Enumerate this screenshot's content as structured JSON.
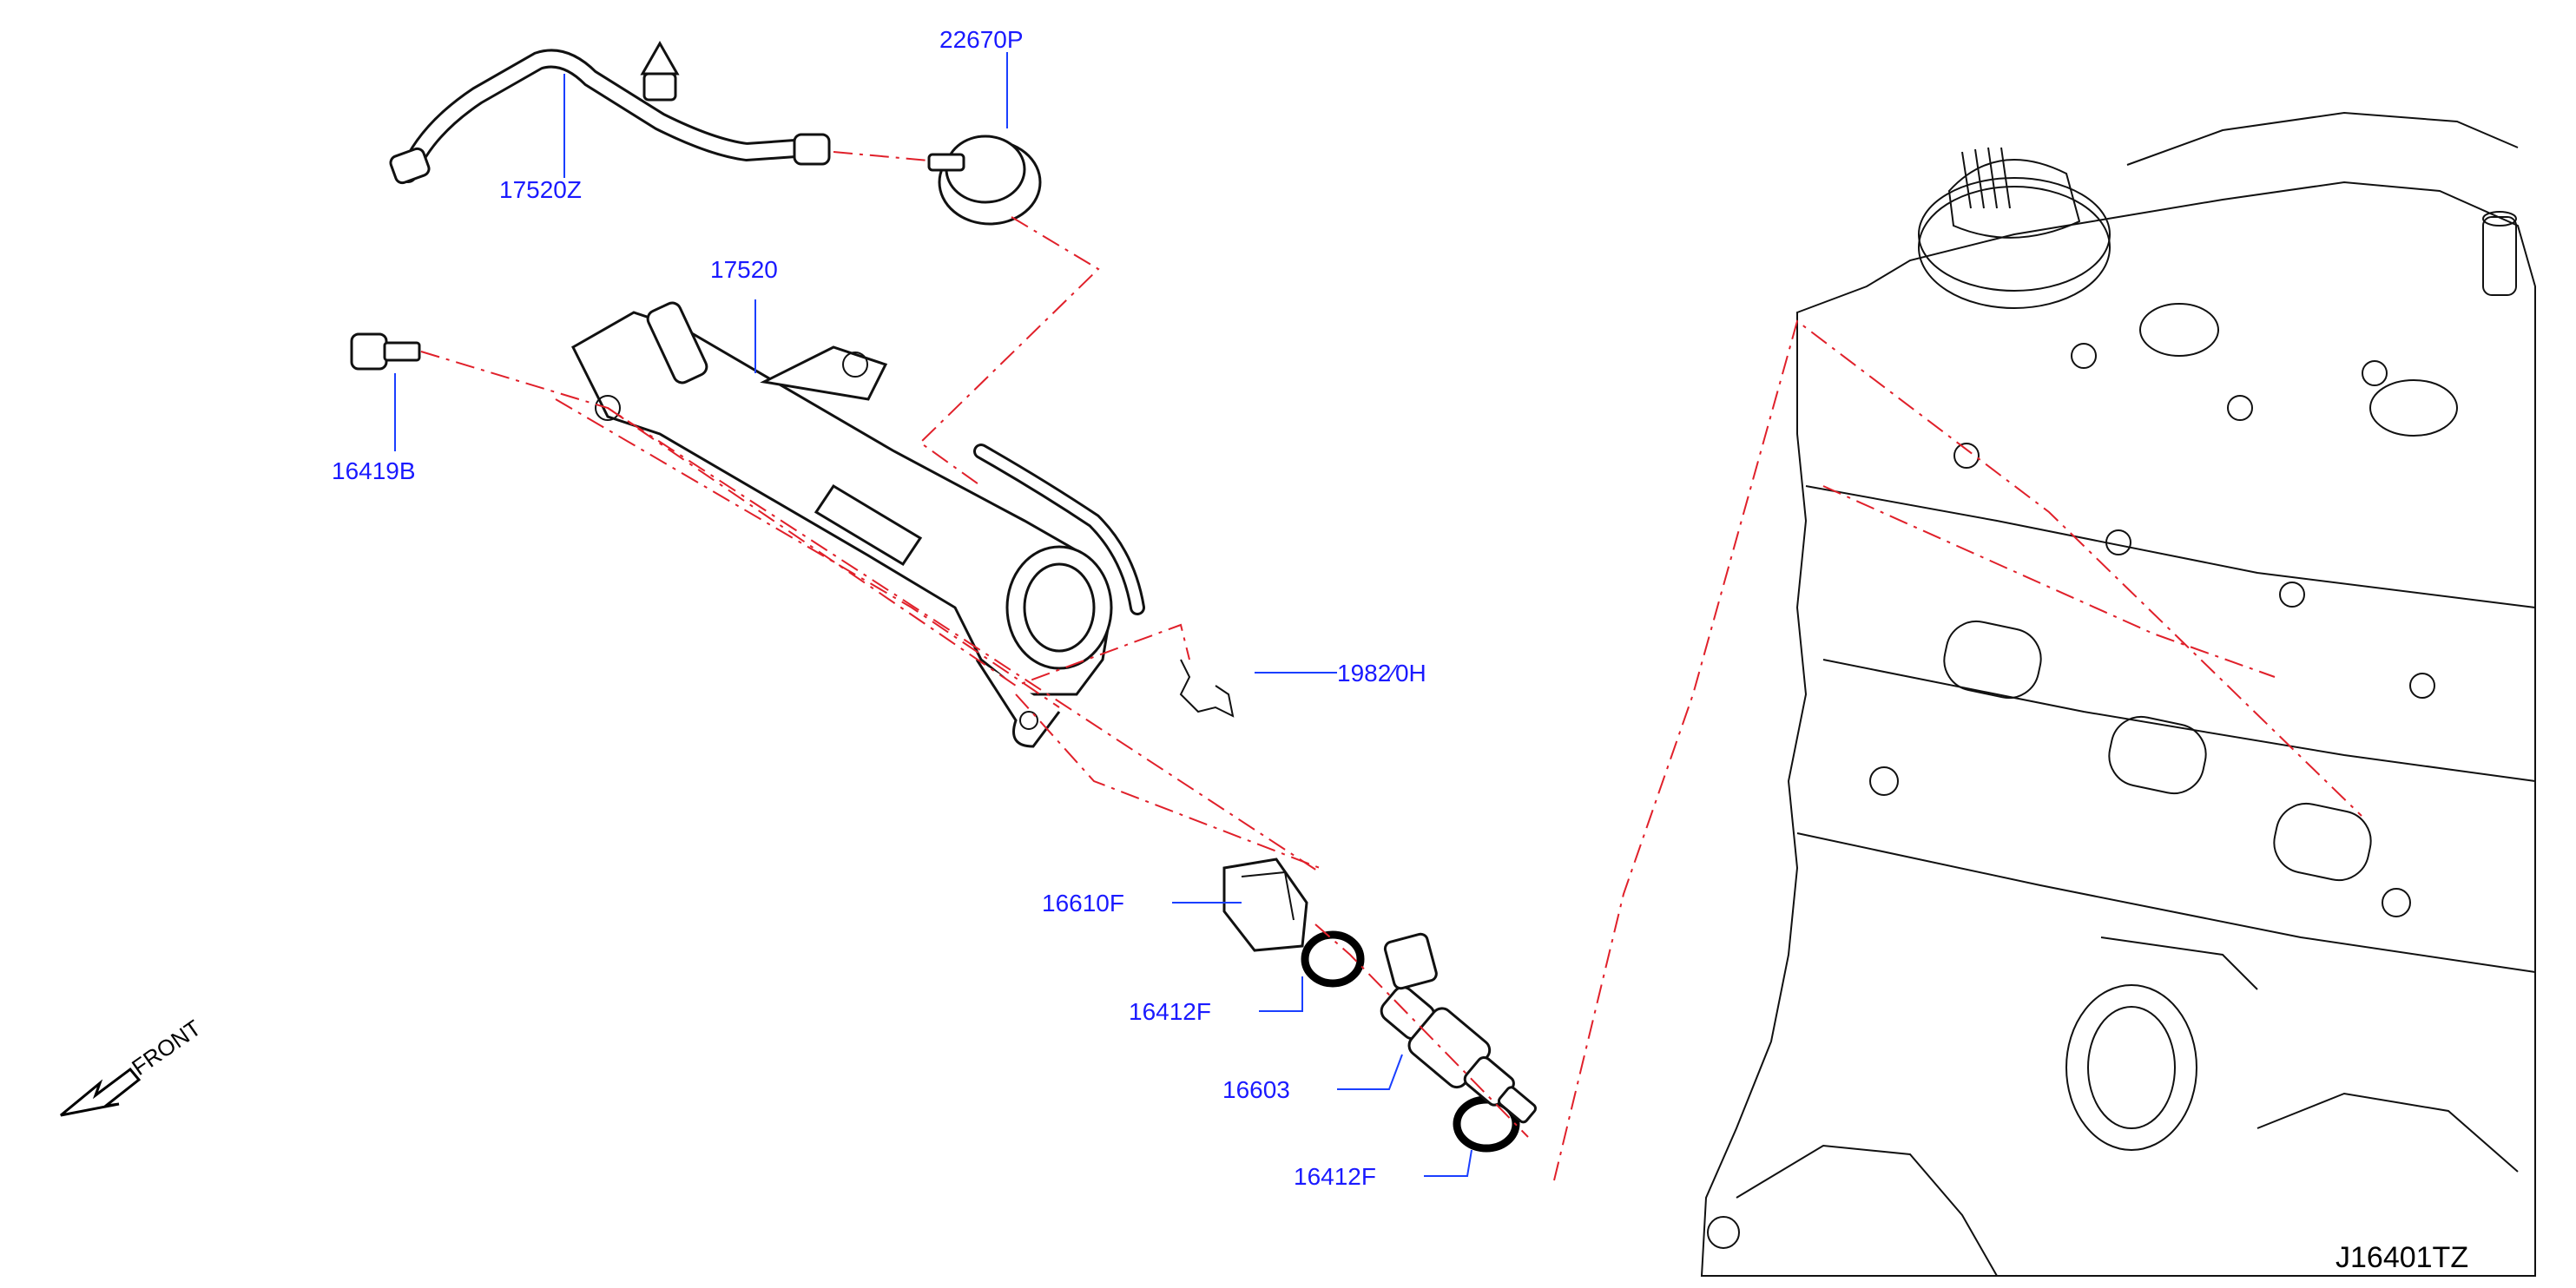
{
  "callouts": {
    "p22670P": "22670P",
    "p17520Z": "17520Z",
    "p17520": "17520",
    "p16419B": "16419B",
    "p1982xH": "1982⁄0H",
    "p16610F": "16610F",
    "p16412F_a": "16412F",
    "p16603": "16603",
    "p16412F_b": "16412F"
  },
  "front_label": "FRONT",
  "diagram_id": "J16401TZ",
  "colors": {
    "callout_text": "#1a1aff",
    "leader_line": "#1a3fff",
    "dash_line": "#e0202a",
    "outline": "#111111"
  }
}
